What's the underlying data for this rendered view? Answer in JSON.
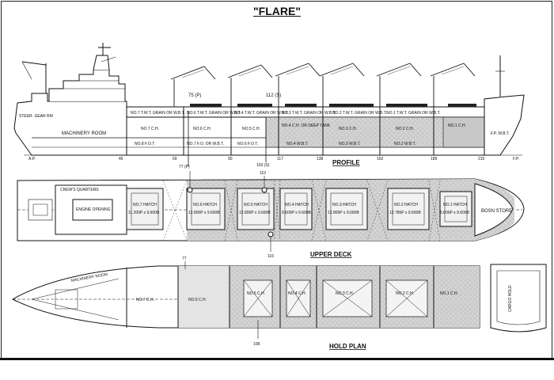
{
  "title": "\"FLARE\"",
  "sections": {
    "profile": "PROFILE",
    "upper_deck": "UPPER DECK",
    "hold_plan": "HOLD PLAN"
  },
  "profile": {
    "frame_numbers": [
      "A.P.",
      "45",
      "69",
      "90",
      "117",
      "138",
      "162",
      "189",
      "210",
      "F.P."
    ],
    "machinery_room": "MACHINERY ROOM",
    "steer_gear": "STEER. GEAR RM",
    "holds_upper": [
      "NO.7 T.W.T. GRAIN OR W.B.T.",
      "NO.6 T.W.T. GRAIN OR W.B.T.",
      "NO.4 T.W.T. GRAIN OR W.B.T.",
      "NO.3 T.W.T. GRAIN OR W.B.T.",
      "NO.2 T.W.T. GRAIN OR W.B.T.",
      "NO.1 T.W.T. GRAIN OR W.B.T."
    ],
    "holds_mid": [
      "NO.7 C.H.",
      "NO.6 C.H.",
      "NO.5 C.H.",
      "NO.4 C.H. OR DEEP TANK",
      "NO.3 C.H.",
      "NO.2 C.H.",
      "NO.1 C.H."
    ],
    "holds_low": [
      "NO.8 F.O.T.",
      "NO.7 F.O. OR W.B.T.",
      "NO.6 F.O.T.",
      "NO.4 W.B.T.",
      "NO.3 W.B.T.",
      "NO.2 W.B.T."
    ],
    "fpt": "F.P. W.B.T.",
    "markers": [
      "75 (P)",
      "112 (S)",
      "77 (P)",
      "103 (S)"
    ]
  },
  "upper_deck": {
    "crews_quarters": "CREW'S QUARTERS",
    "engine_opening": "ENGINE OPENING",
    "bosn_store": "BOSN STORE",
    "hatches": [
      {
        "name": "NO.7 HATCH",
        "dims": "11.200P x 9.600B"
      },
      {
        "name": "NO.6 HATCH",
        "dims": "12.800P x 9.600B"
      },
      {
        "name": "NO.5 HATCH",
        "dims": "12.800P x 9.600B"
      },
      {
        "name": "NO.4 HATCH",
        "dims": "9.600P x 9.600B"
      },
      {
        "name": "NO.3 HATCH",
        "dims": "12.800P x 9.600B"
      },
      {
        "name": "NO.2 HATCH",
        "dims": "12.785P x 9.600B"
      },
      {
        "name": "NO.1 HATCH",
        "dims": "5.600P x 9.600B"
      }
    ],
    "markers": [
      "110",
      "116"
    ]
  },
  "hold_plan": {
    "machinery_room": "MACHINERY ROOM",
    "holds": [
      "NO.7 C.H.",
      "NO.6 C.H.",
      "NO.5 C.H.",
      "NO.4 C.H.",
      "NO.3 C.H.",
      "NO.2 C.H.",
      "NO.1 C.H."
    ],
    "cargo_hold": "CARGO HOLD",
    "markers": [
      "77",
      "108"
    ]
  }
}
